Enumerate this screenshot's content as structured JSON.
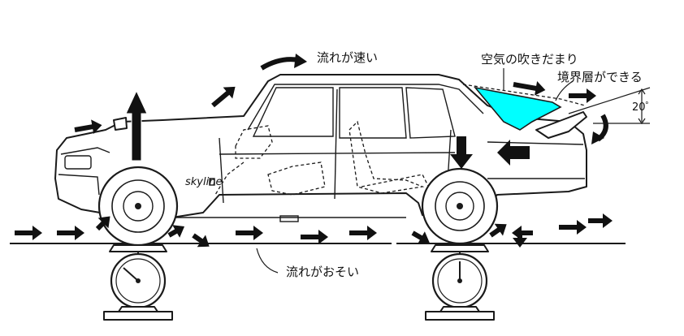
{
  "labels": {
    "fast_flow": "流れが速い",
    "air_pocket": "空気の吹きだまり",
    "boundary_layer": "境界層ができる",
    "angle": "20゜",
    "slow_flow": "流れがおそい",
    "car_badge": "skyline"
  },
  "colors": {
    "air_pocket_fill": "#00ffff",
    "line": "#1a1a1a",
    "arrow": "#111111"
  },
  "icons": {
    "flow_arrow": "right-arrow-icon",
    "scale": "weighing-scale-icon"
  }
}
